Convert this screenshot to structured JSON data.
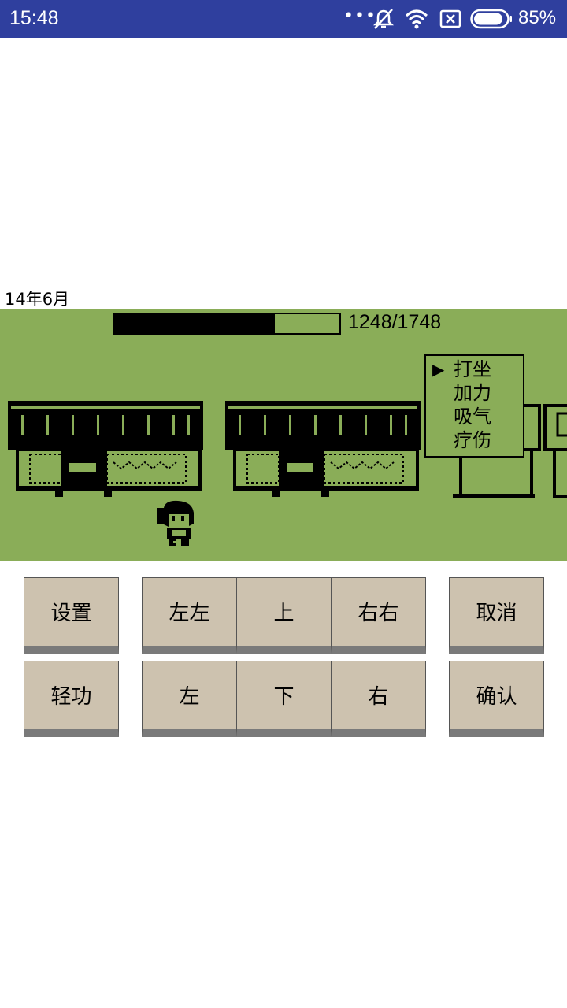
{
  "status_bar": {
    "time": "15:48",
    "more_icon": "more-dots-icon",
    "icons": [
      "mute-icon",
      "wifi-icon",
      "no-sim-icon",
      "battery-icon"
    ],
    "battery_percent": "85%"
  },
  "date": "14年6月",
  "hp": {
    "current": 1248,
    "max": 1748,
    "text": "1248/1748",
    "fraction": 0.714
  },
  "menu": {
    "selected_index": 0,
    "cursor": "▶",
    "items": [
      "打坐",
      "加力",
      "吸气",
      "疗伤"
    ]
  },
  "controls": {
    "settings": "设置",
    "left_fast": "左左",
    "up": "上",
    "right_fast": "右右",
    "cancel": "取消",
    "qinggong": "轻功",
    "left": "左",
    "down": "下",
    "right": "右",
    "confirm": "确认"
  },
  "colors": {
    "status_bar": "#2f3f9e",
    "game_bg": "#8aad58",
    "button_bg": "#cdc2af",
    "button_shadow": "#7a7a7a"
  }
}
